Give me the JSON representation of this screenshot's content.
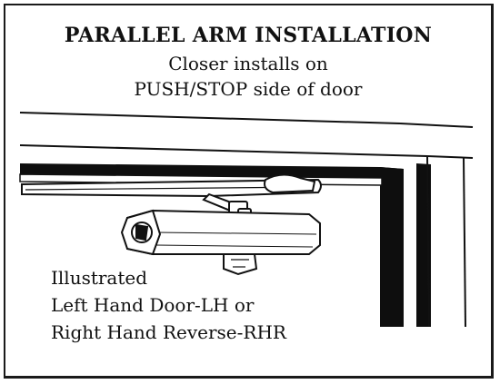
{
  "heading": "PARALLEL ARM INSTALLATION",
  "subheading_line1": "Closer installs on",
  "subheading_line2": "PUSH/STOP side of door",
  "caption": {
    "line1": "Illustrated",
    "line2": "Left Hand Door-LH or",
    "line3": "Right Hand Reverse-RHR"
  },
  "colors": {
    "ink": "#111111",
    "paper": "#ffffff"
  }
}
